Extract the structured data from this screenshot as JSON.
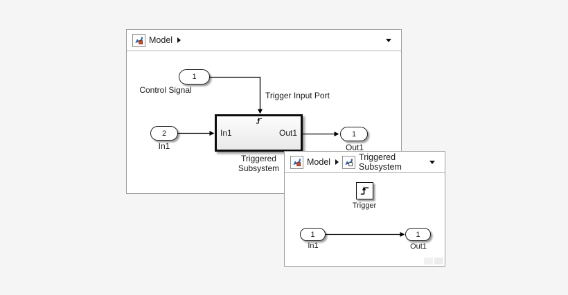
{
  "colors": {
    "page_bg": "#f5f5f5",
    "window_border": "#9d9da1",
    "wire": "#000000",
    "icon_blue": "#2e64a6",
    "icon_orange": "#c94f32"
  },
  "icons": {
    "model_icon": "simulink-model (blue arrow + orange square)",
    "subsystem_icon": "simulink-subsystem (blue arrow + white square)",
    "breadcrumb_arrow": "right-triangle",
    "dropdown_caret": "down-triangle",
    "trigger_glyph": "rising-edge-trigger"
  },
  "model_window": {
    "breadcrumb": {
      "model_label": "Model"
    },
    "diagram": {
      "inport_control": {
        "number": "1",
        "label": "Control Signal"
      },
      "inport_in1": {
        "number": "2",
        "label": "In1"
      },
      "outport_out1": {
        "number": "1",
        "label": "Out1"
      },
      "annotation_trigger": "Trigger Input Port",
      "subsystem_block": {
        "port_in": "In1",
        "port_out": "Out1",
        "name_line1": "Triggered",
        "name_line2": "Subsystem"
      }
    }
  },
  "subsystem_window": {
    "breadcrumb": {
      "model_label": "Model",
      "subsystem_label": "Triggered Subsystem"
    },
    "diagram": {
      "trigger_block": {
        "label": "Trigger"
      },
      "inport": {
        "number": "1",
        "label": "In1"
      },
      "outport": {
        "number": "1",
        "label": "Out1"
      }
    }
  }
}
